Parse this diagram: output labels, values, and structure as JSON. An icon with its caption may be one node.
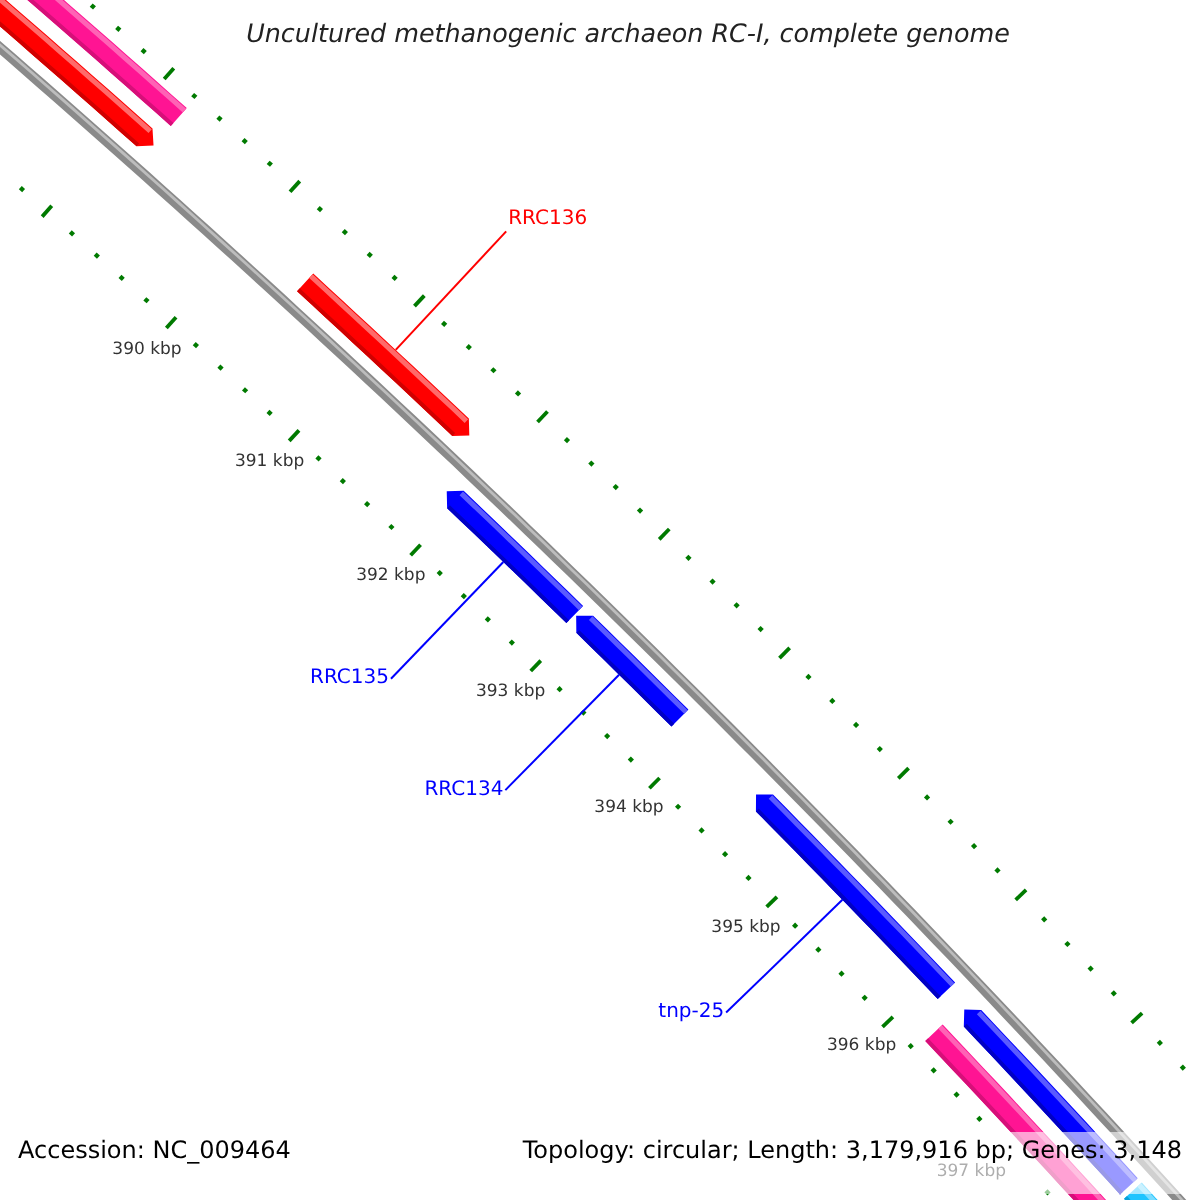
{
  "diagram": {
    "title": "Uncultured methanogenic archaeon RC-I, complete genome",
    "nodes": [
      {
        "text": [],
        "shape": "bar"
      },
      {
        "text": [],
        "shape": "pentagon"
      },
      {
        "text": [
          "RRC136"
        ]
      },
      {
        "text": [],
        "shape": "pentagon"
      },
      {
        "text": [
          "RRC135"
        ]
      },
      {
        "text": [],
        "shape": "pentagon"
      },
      {
        "text": [
          "RRC134"
        ]
      },
      {
        "text": [],
        "shape": "pentagon"
      },
      {
        "text": [
          "tnp-25"
        ]
      },
      {
        "text": [],
        "shape": "pentagon"
      },
      {
        "text": [],
        "shape": "bar"
      },
      {
        "text": [],
        "shape": "pentagon"
      },
      {
        "text": [],
        "shape": "bar"
      }
    ],
    "edges": [
      {
        "from": 2,
        "to": 3,
        "arrow": "none",
        "color": "#ff0000"
      },
      {
        "from": 4,
        "to": 5,
        "arrow": "none"
      },
      {
        "from": 6,
        "to": 7,
        "arrow": "none"
      },
      {
        "from": 8,
        "to": 9,
        "arrow": "none"
      }
    ],
    "labels": [
      "390 kbp",
      "391 kbp",
      "392 kbp",
      "393 kbp",
      "394 kbp",
      "395 kbp",
      "396 kbp",
      "397 kbp",
      "Accession: NC_009464",
      "Topology: circular; Length: 3,179,916 bp; Genes: 3,148"
    ]
  }
}
